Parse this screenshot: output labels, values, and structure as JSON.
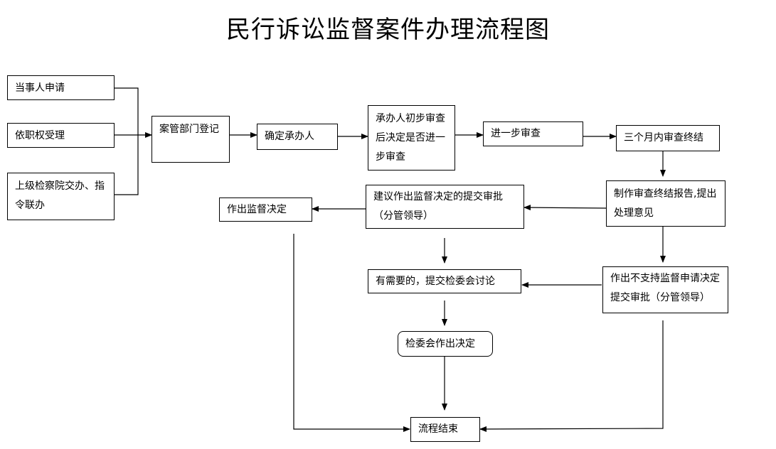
{
  "title": "民行诉讼监督案件办理流程图",
  "nodes": {
    "party_apply": "当事人申请",
    "ex_officio": "依职权受理",
    "superior_assign": "上级检察院交办、指令联办",
    "case_registration": "案管部门登记",
    "assign_handler": "确定承办人",
    "initial_review": "承办人初步审查后决定是否进一步审查",
    "further_review": "进一步审查",
    "three_month_end": "三个月内审查终结",
    "final_report": "制作审查终结报告,提出处理意见",
    "suggest_supervision": "建议作出监督决定的提交审批（分管领导）",
    "make_supervision": "作出监督决定",
    "committee_discussion": "有需要的，提交检委会讨论",
    "not_support": "作出不支持监督申请决定提交审批（分管领导）",
    "committee_decision": "检委会作出决定",
    "process_end": "流程结束"
  }
}
